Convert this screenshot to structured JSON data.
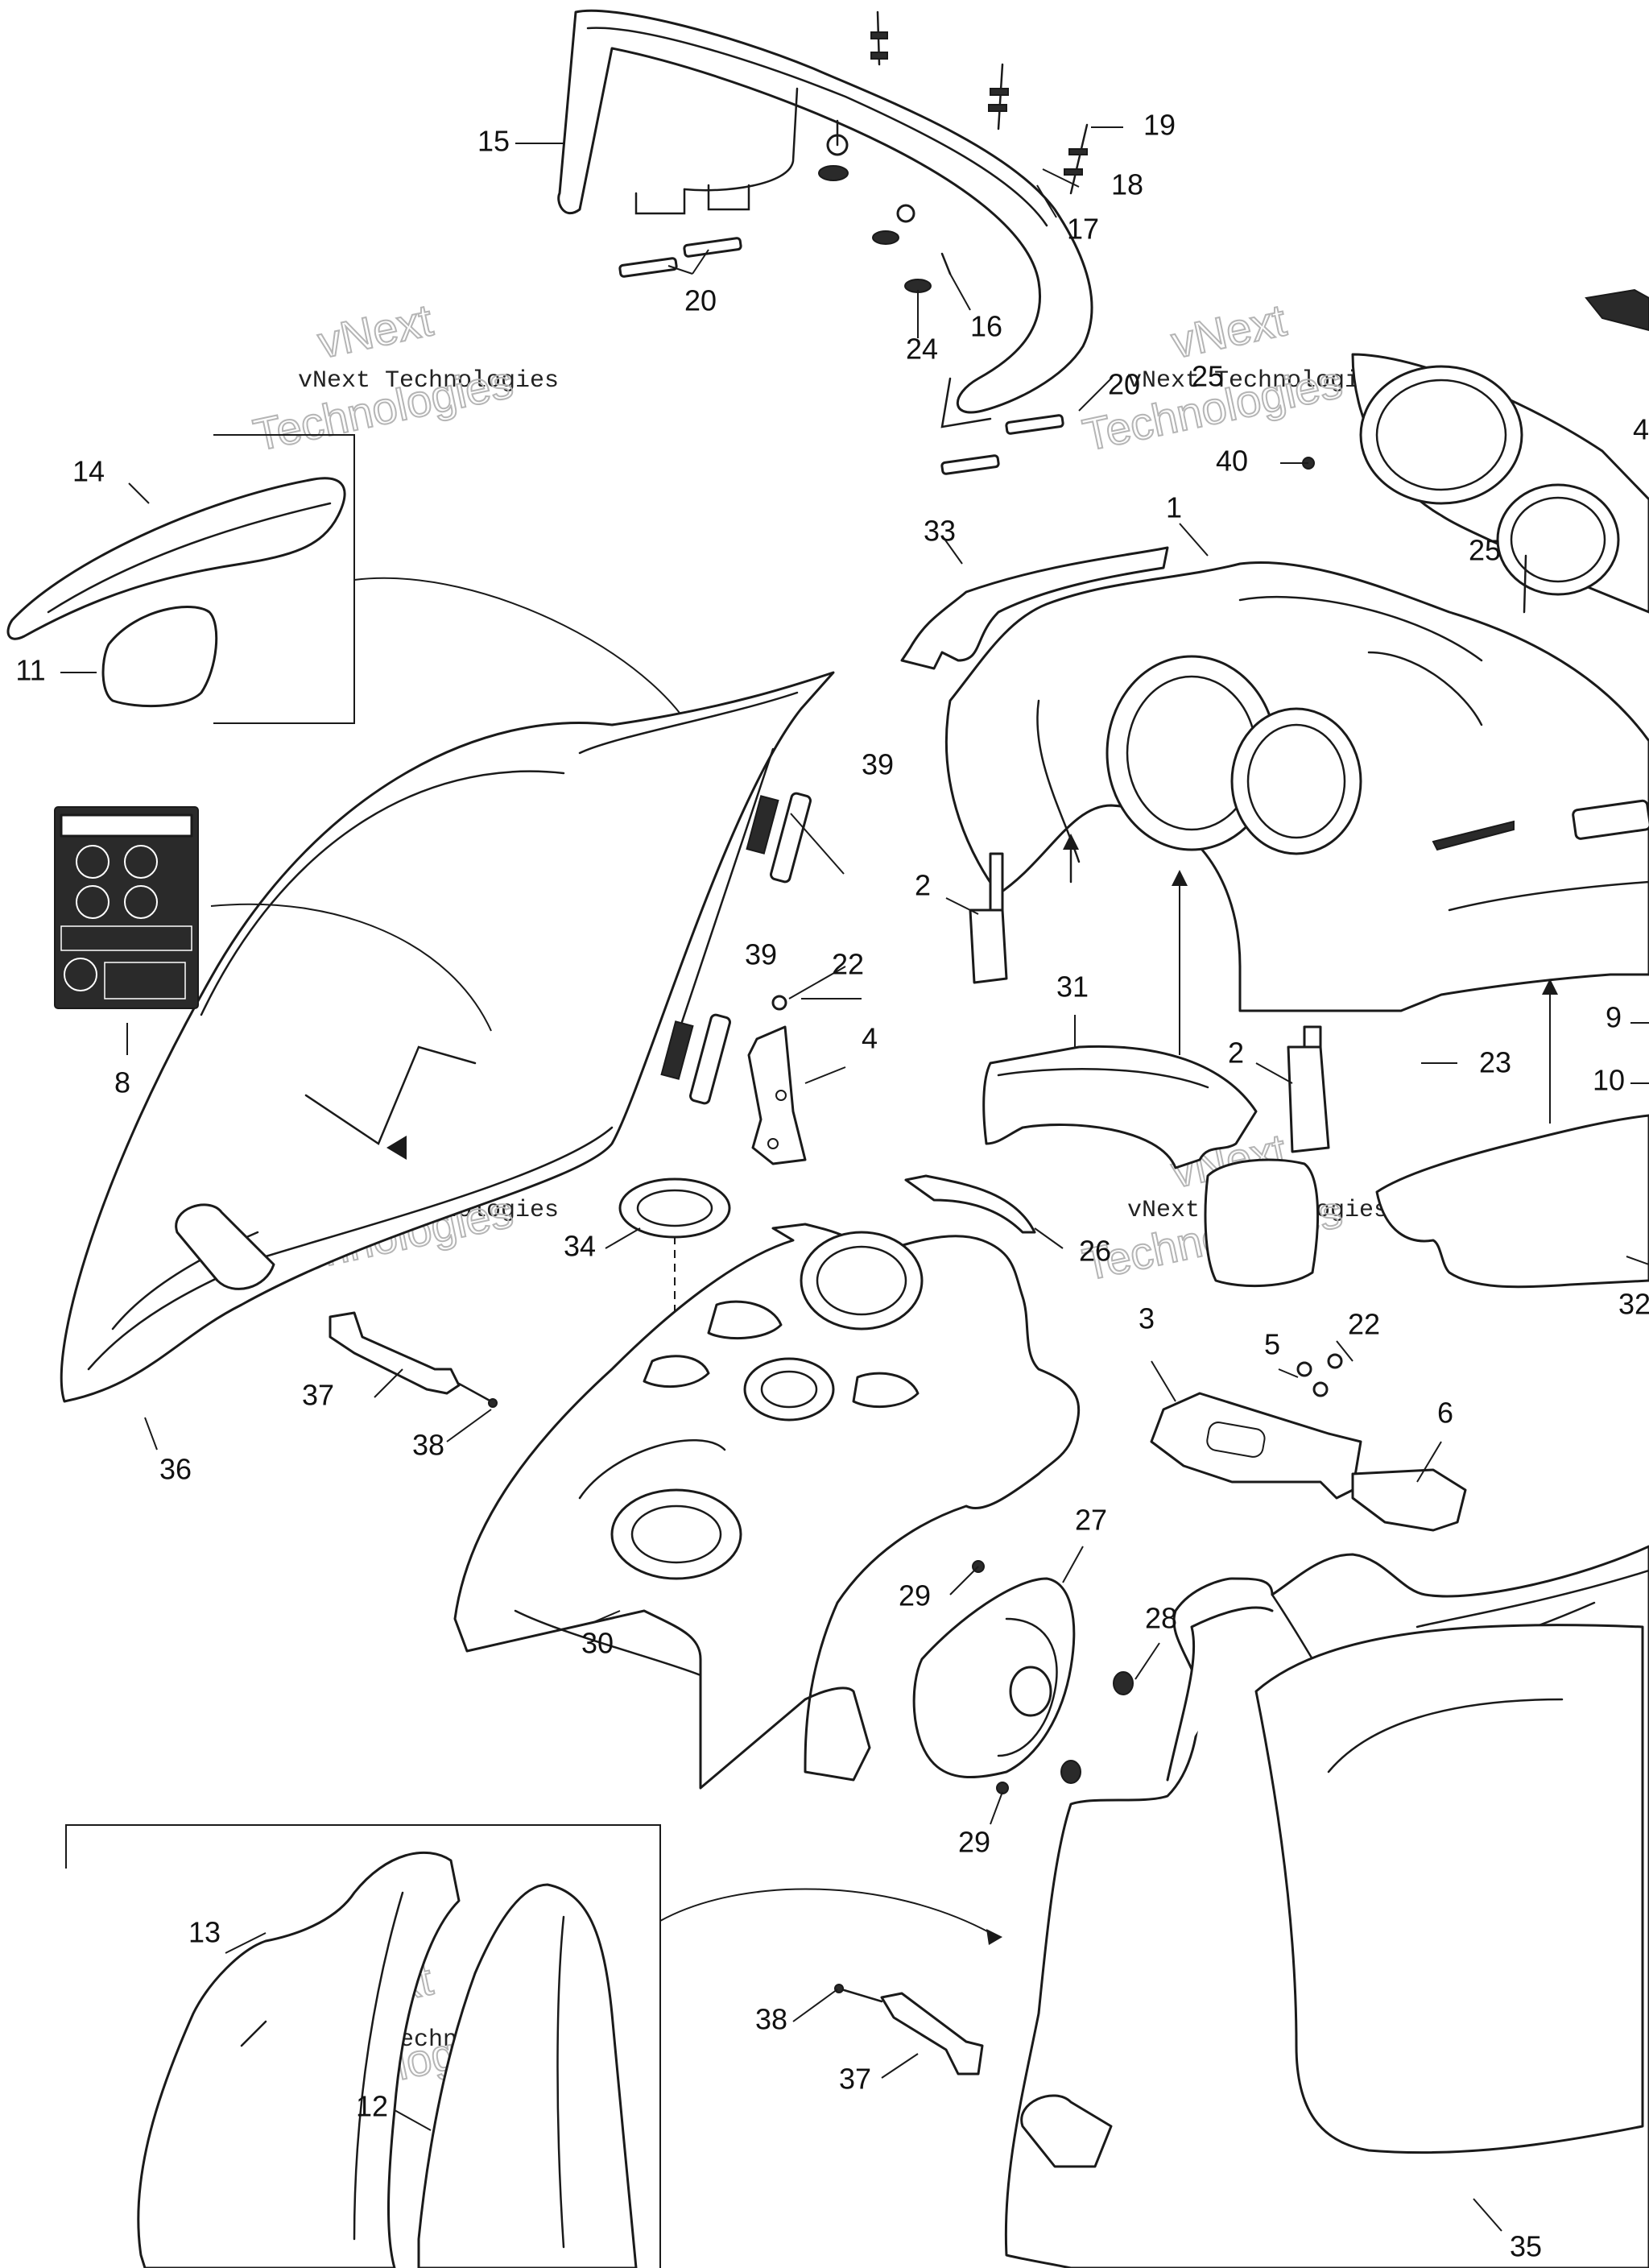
{
  "diagram": {
    "watermark_line1": "vNext",
    "watermark_line2": "Technologies",
    "watermark_small": "vNext Technologies",
    "callouts": {
      "c1": "1",
      "c2a": "2",
      "c2b": "2",
      "c3": "3",
      "c4": "4",
      "c5": "5",
      "c6": "6",
      "c8": "8",
      "c9": "9",
      "c10": "10",
      "c11": "11",
      "c12": "12",
      "c13": "13",
      "c14": "14",
      "c15": "15",
      "c16": "16",
      "c17": "17",
      "c18": "18",
      "c19": "19",
      "c20a": "20",
      "c20b": "20",
      "c22a": "22",
      "c22b": "22",
      "c23": "23",
      "c24": "24",
      "c25a": "25",
      "c25b": "25",
      "c26": "26",
      "c27": "27",
      "c28": "28",
      "c29a": "29",
      "c29b": "29",
      "c30": "30",
      "c31": "31",
      "c32": "32",
      "c33": "33",
      "c34": "34",
      "c35": "35",
      "c36": "36",
      "c37a": "37",
      "c37b": "37",
      "c38a": "38",
      "c38b": "38",
      "c39a": "39",
      "c39b": "39",
      "c40": "40",
      "c4b": "4"
    }
  }
}
